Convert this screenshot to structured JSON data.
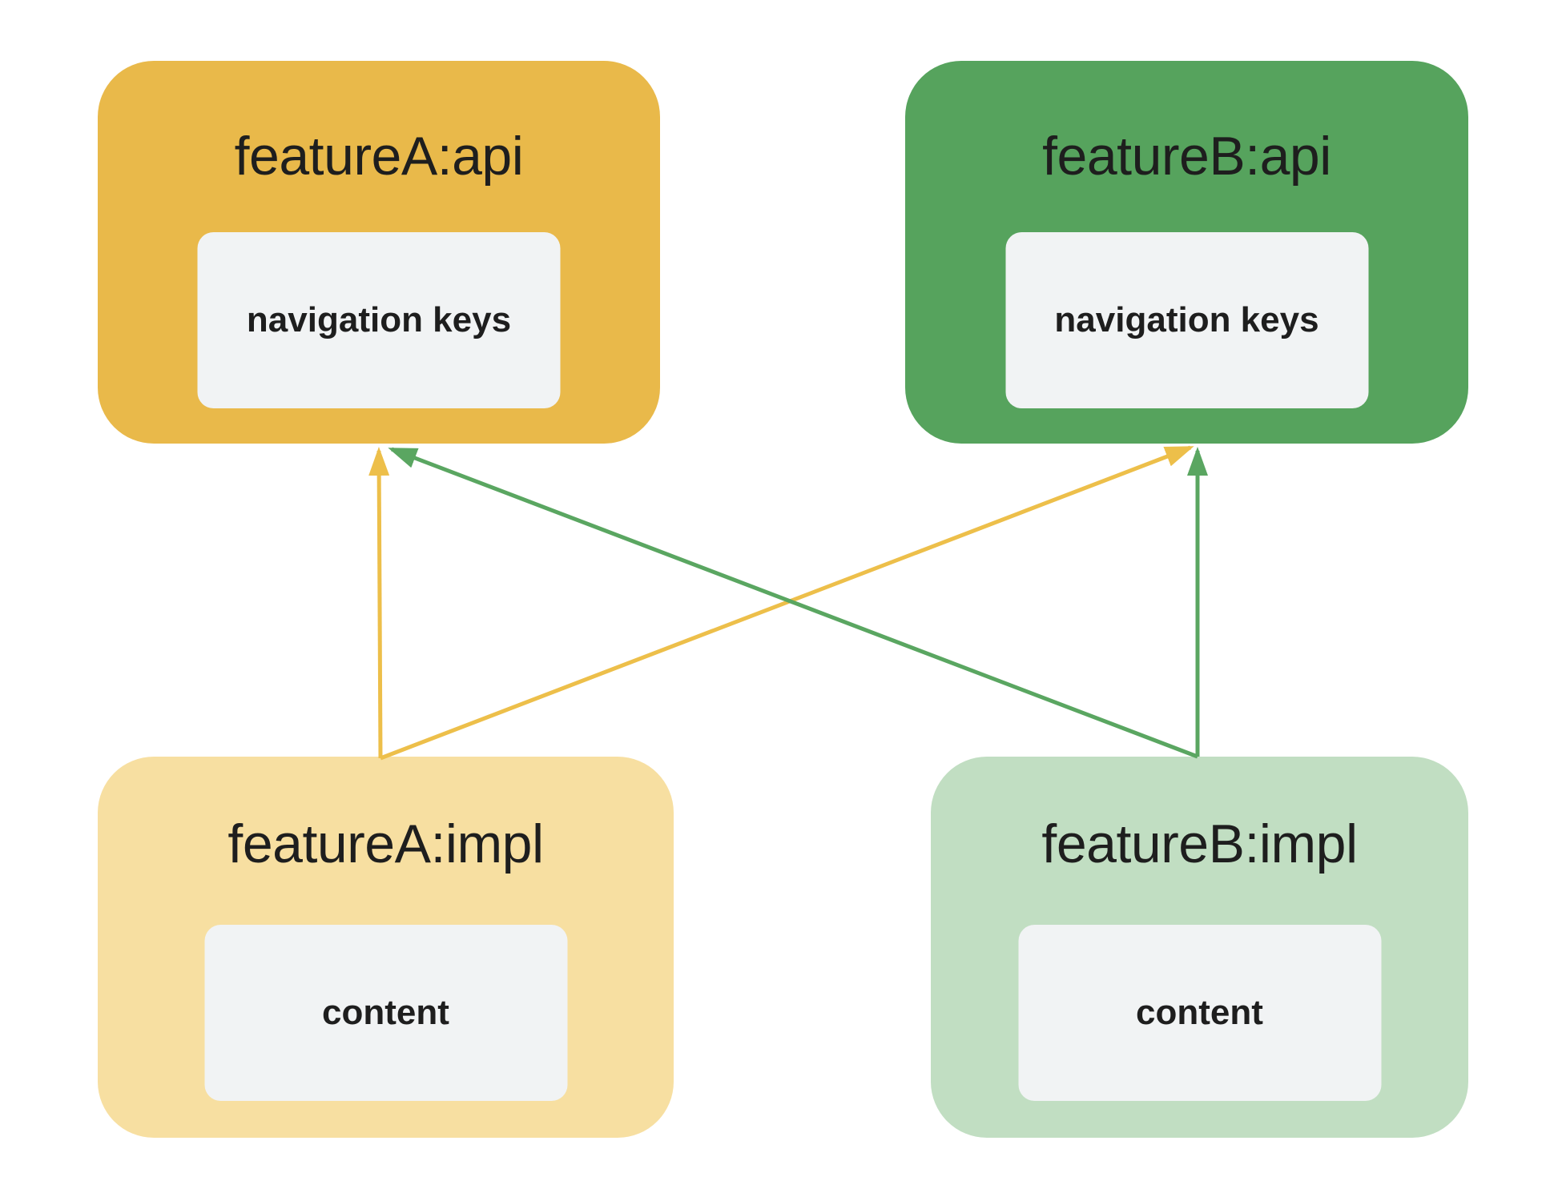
{
  "diagram": {
    "background": "#FFFFFF",
    "text_color": "#1E1E1E",
    "inner_box_fill": "#F1F3F4",
    "nodes": [
      {
        "id": "featureA-api",
        "label": "featureA:api",
        "inner_label": "navigation keys",
        "fill": "#E9B94A"
      },
      {
        "id": "featureB-api",
        "label": "featureB:api",
        "inner_label": "navigation keys",
        "fill": "#56A35D"
      },
      {
        "id": "featureA-impl",
        "label": "featureA:impl",
        "inner_label": "content",
        "fill": "#F7DFA1"
      },
      {
        "id": "featureB-impl",
        "label": "featureB:impl",
        "inner_label": "content",
        "fill": "#C1DEC2"
      }
    ],
    "edges": [
      {
        "from": "featureA-impl",
        "to": "featureA-api",
        "color": "yellow",
        "color_hex": "#EDBF4A"
      },
      {
        "from": "featureA-impl",
        "to": "featureB-api",
        "color": "yellow",
        "color_hex": "#EDBF4A"
      },
      {
        "from": "featureB-impl",
        "to": "featureB-api",
        "color": "green",
        "color_hex": "#5AA661"
      },
      {
        "from": "featureB-impl",
        "to": "featureA-api",
        "color": "green",
        "color_hex": "#5AA661"
      }
    ]
  }
}
